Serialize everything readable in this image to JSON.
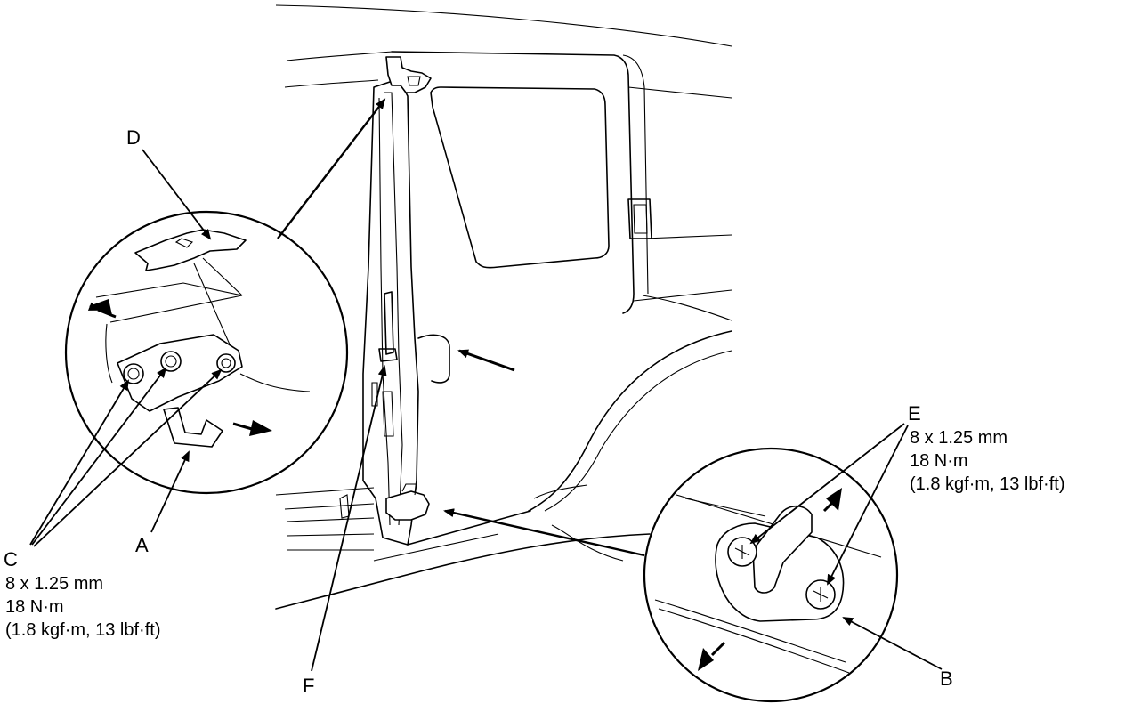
{
  "labels": {
    "A": "A",
    "B": "B",
    "C": "C",
    "D": "D",
    "E": "E",
    "F": "F"
  },
  "specs": {
    "C": [
      "8 x 1.25 mm",
      "18 N·m",
      "(1.8 kgf·m, 13 lbf·ft)"
    ],
    "E": [
      "8 x 1.25 mm",
      "18 N·m",
      "(1.8 kgf·m, 13 lbf·ft)"
    ]
  }
}
